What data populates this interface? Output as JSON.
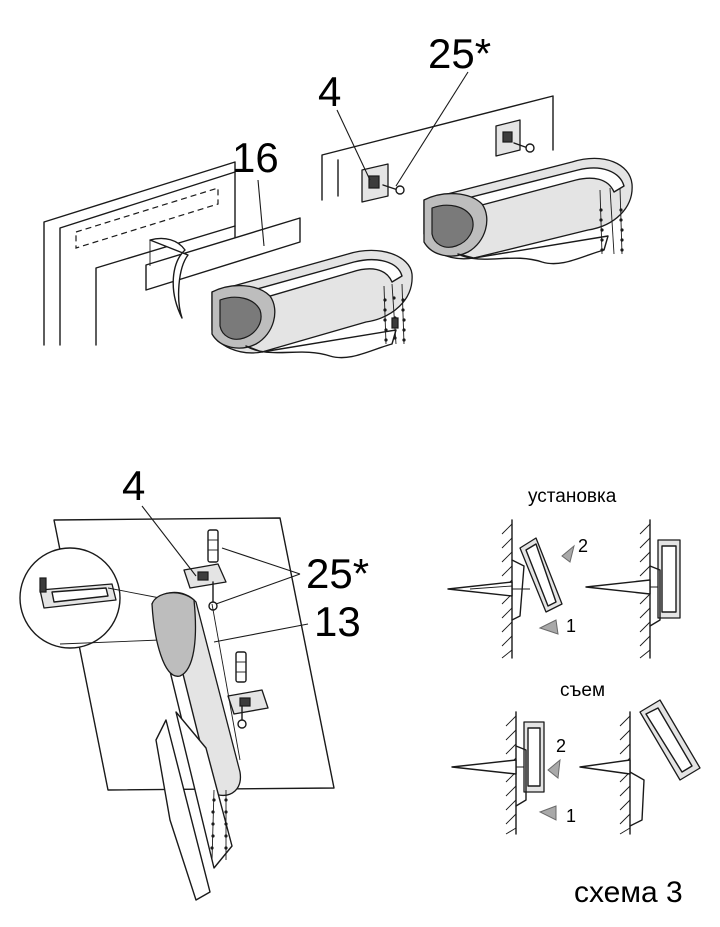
{
  "top": {
    "callout_tape": "16",
    "callout_bracket": "4",
    "callout_screw": "25*"
  },
  "bottom": {
    "callout_bracket": "4",
    "callout_screw": "25*",
    "callout_cord": "13"
  },
  "install": {
    "title": "установка",
    "step1": "1",
    "step2": "2"
  },
  "remove": {
    "title": "съем",
    "step1": "1",
    "step2": "2"
  },
  "caption": "схема 3"
}
